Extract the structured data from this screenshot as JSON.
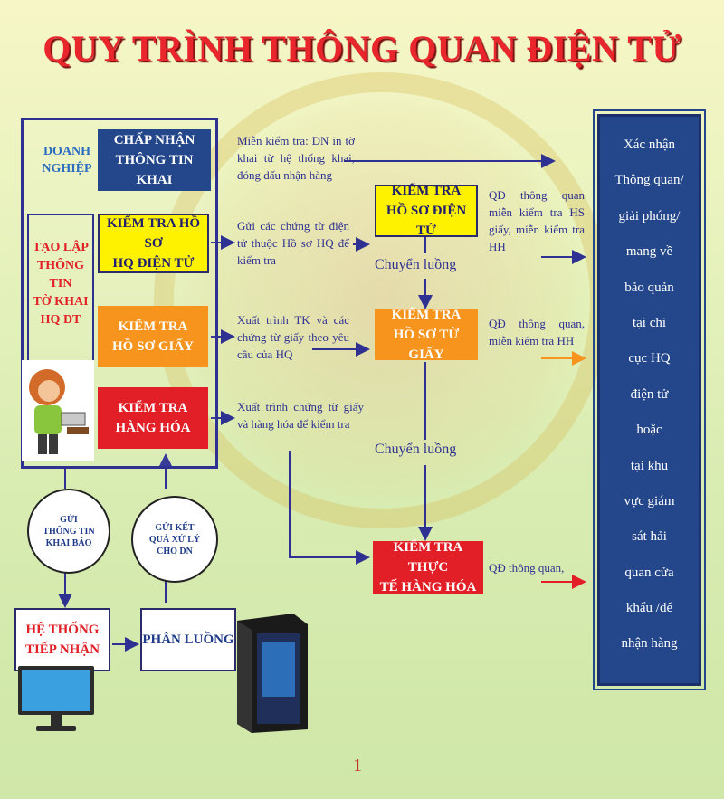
{
  "title": "QUY TRÌNH THÔNG QUAN ĐIỆN TỬ",
  "left": {
    "enterprise": [
      "DOANH",
      "NGHIỆP"
    ],
    "create": [
      "TẠO LẬP",
      "THÔNG TIN",
      "TỜ KHAI",
      "HQ ĐT"
    ]
  },
  "boxes": {
    "accept": [
      "CHẤP NHẬN",
      "THÔNG TIN KHAI"
    ],
    "check_e_docs": [
      "KIỂM TRA HỒ SƠ",
      "HQ ĐIỆN TỬ"
    ],
    "check_paper": [
      "KIỂM TRA",
      "HỒ SƠ GIẤY"
    ],
    "check_goods": [
      "KIỂM TRA",
      "HÀNG HÓA"
    ],
    "mid_e_docs": [
      "KIỂM TRA",
      "HỒ SƠ ĐIỆN TỬ"
    ],
    "mid_paper": [
      "KIỂM TRA",
      "HỒ SƠ TỪ GIẤY"
    ],
    "actual_goods": [
      "KIỂM TRA THỰC",
      "TẾ HÀNG HÓA"
    ],
    "receive_system": [
      "HỆ THỐNG",
      "TIẾP NHẬN"
    ],
    "classify": "PHÂN LUỒNG"
  },
  "notes": {
    "exempt": "Miễn kiểm tra: DN in tờ khai từ hệ thống khai, đóng dấu nhận hàng",
    "send_e_docs": "Gửi các chứng từ điện tử thuộc Hồ sơ HQ để kiểm tra",
    "present_tk": "Xuất trình TK và các chứng từ giấy theo yêu cầu của HQ",
    "present_goods": "Xuất trình chứng từ giấy và hàng hóa để kiểm tra",
    "qd_exempt_hs": "QĐ thông quan miễn kiểm tra HS giấy, miễn kiểm tra HH",
    "qd_exempt_hh": "QĐ thông quan, miễn kiểm tra HH",
    "qd_clear": "QĐ thông quan,"
  },
  "transfer_1": "Chuyển luồng",
  "transfer_2": "Chuyển luồng",
  "clouds": {
    "send_info": [
      "GỬI",
      "THÔNG TIN",
      "KHAI BÁO"
    ],
    "send_result": [
      "GỬI KẾT",
      "QUẢ XỬ LÝ",
      "CHO DN"
    ]
  },
  "right_panel": [
    "Xác nhận",
    "Thông quan/",
    "giải phóng/",
    "mang về",
    "bảo quản",
    "tại chi",
    "cục HQ",
    "điện tử",
    "hoặc",
    "tại khu",
    "vực giám",
    "sát hải",
    "quan cửa",
    "khẩu /để",
    "nhận hàng"
  ],
  "page_number": "1",
  "colors": {
    "title": "#e8262c",
    "navy": "#23478a",
    "yellow": "#fff200",
    "orange": "#f7941d",
    "red": "#e21f26",
    "arrow": "#2e3192"
  }
}
